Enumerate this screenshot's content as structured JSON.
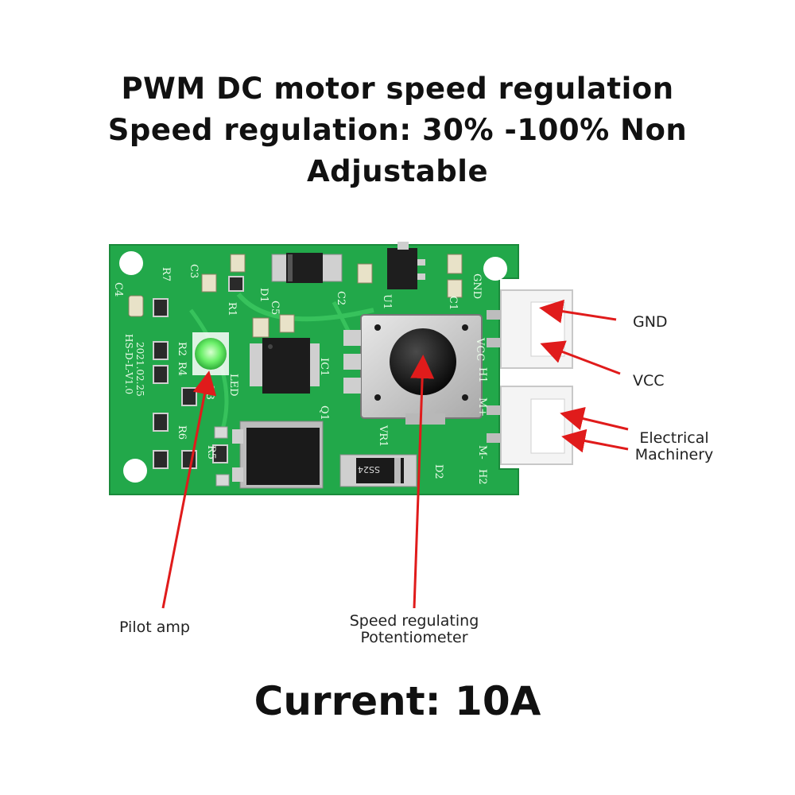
{
  "header": {
    "line1": "PWM DC motor speed regulation",
    "line2": "Speed regulation: 30% -100% Non",
    "line3": "Adjustable"
  },
  "labels": {
    "gnd": "GND",
    "vcc": "VCC",
    "motor_line1": "Electrical",
    "motor_line2": "Machinery",
    "pilot_lamp": "Pilot amp",
    "pot_line1": "Speed regulating",
    "pot_line2": "Potentiometer"
  },
  "board_markings": {
    "r7": "R7",
    "c4": "C4",
    "c3": "C3",
    "c1": "C1",
    "c2": "C2",
    "c5": "C5",
    "d1": "D1",
    "u1": "U1",
    "r1": "R1",
    "r2": "R2",
    "r3": "R3",
    "r4": "R4",
    "r5": "R5",
    "r6": "R6",
    "ic1": "IC1",
    "led": "LED",
    "q1": "Q1",
    "vr1": "VR1",
    "d2": "D2",
    "ss24": "SS24",
    "h1": "H1",
    "h2": "H2",
    "gnd_silk": "GND",
    "vcc_silk": "VCC",
    "m_plus": "M+",
    "m_minus": "M-",
    "date": "2021.02.25",
    "model": "HS-D-L-V1.0"
  },
  "footer": {
    "current": "Current: 10A"
  },
  "colors": {
    "pcb": "#22a84a",
    "arrow": "#e01b1b",
    "led": "#6cf06a"
  }
}
